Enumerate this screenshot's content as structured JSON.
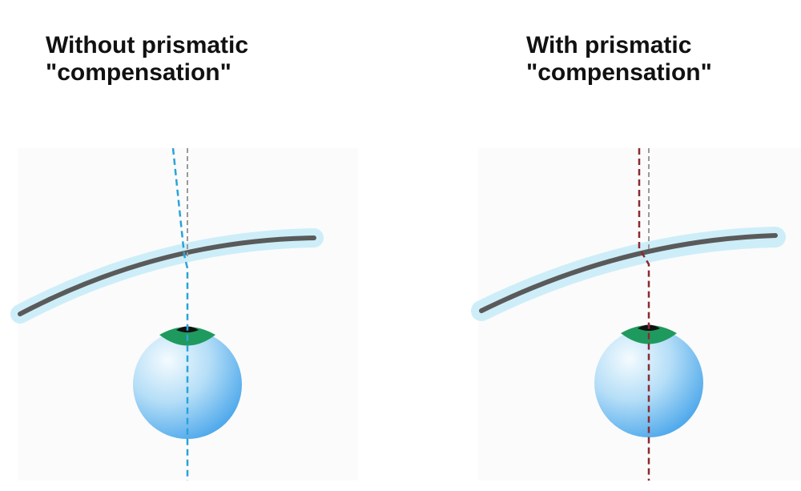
{
  "panels": [
    {
      "title_line1": "Without prismatic",
      "title_line2": "\"compensation\"",
      "ray_color": "#2aa3d8"
    },
    {
      "title_line1": "With prismatic",
      "title_line2": "\"compensation\"",
      "ray_color": "#8b2a2e"
    }
  ],
  "colors": {
    "lens": "#5a5a5a",
    "lens_glow": "#cdeef8",
    "axis": "#999999",
    "iris": "#1f9a5e",
    "pupil": "#111111",
    "eyeball_light": "#eef8fd",
    "eyeball_dark": "#4aa7ec"
  }
}
